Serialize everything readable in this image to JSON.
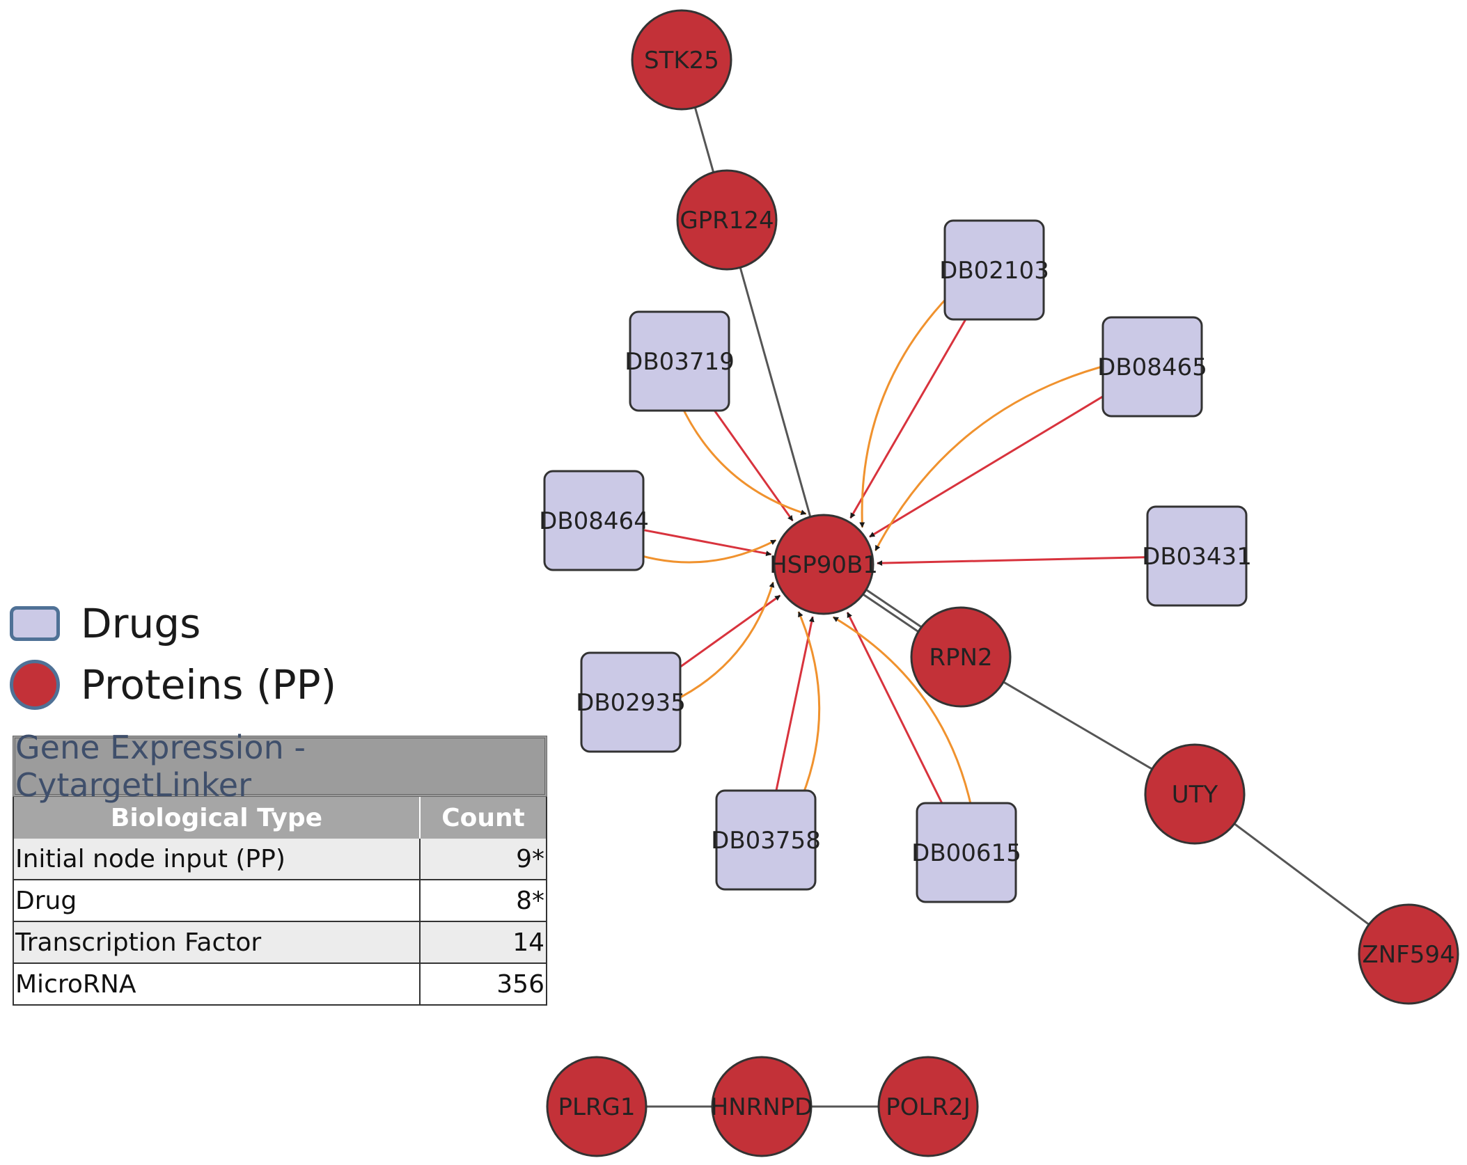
{
  "colors": {
    "drug_fill": "#cbc9e6",
    "drug_stroke": "#333333",
    "protein_fill": "#c33138",
    "protein_stroke": "#333333",
    "edge_red": "#d8333d",
    "edge_orange": "#f0922e",
    "edge_gray": "#555555"
  },
  "legend": {
    "drugs_label": "Drugs",
    "proteins_label": "Proteins (PP)"
  },
  "stats": {
    "title": "Gene Expression - CytargetLinker",
    "headers": [
      "Biological Type",
      "Count"
    ],
    "rows": [
      {
        "type": "Initial node input (PP)",
        "count": "9*"
      },
      {
        "type": "Drug",
        "count": "8*"
      },
      {
        "type": "Transcription Factor",
        "count": "14"
      },
      {
        "type": "MicroRNA",
        "count": "356"
      }
    ]
  },
  "network": {
    "nodes": [
      {
        "id": "STK25",
        "kind": "protein"
      },
      {
        "id": "GPR124",
        "kind": "protein"
      },
      {
        "id": "HSP90B1",
        "kind": "protein"
      },
      {
        "id": "RPN2",
        "kind": "protein"
      },
      {
        "id": "UTY",
        "kind": "protein"
      },
      {
        "id": "ZNF594",
        "kind": "protein"
      },
      {
        "id": "PLRG1",
        "kind": "protein"
      },
      {
        "id": "HNRNPD",
        "kind": "protein"
      },
      {
        "id": "POLR2J",
        "kind": "protein"
      },
      {
        "id": "DB02103",
        "kind": "drug"
      },
      {
        "id": "DB03719",
        "kind": "drug"
      },
      {
        "id": "DB08465",
        "kind": "drug"
      },
      {
        "id": "DB08464",
        "kind": "drug"
      },
      {
        "id": "DB03431",
        "kind": "drug"
      },
      {
        "id": "DB02935",
        "kind": "drug"
      },
      {
        "id": "DB03758",
        "kind": "drug"
      },
      {
        "id": "DB00615",
        "kind": "drug"
      }
    ],
    "edges": [
      {
        "source": "STK25",
        "target": "GPR124",
        "kind": "gray"
      },
      {
        "source": "GPR124",
        "target": "HSP90B1",
        "kind": "gray"
      },
      {
        "source": "HSP90B1",
        "target": "RPN2",
        "kind": "gray-double"
      },
      {
        "source": "RPN2",
        "target": "UTY",
        "kind": "gray"
      },
      {
        "source": "UTY",
        "target": "ZNF594",
        "kind": "gray"
      },
      {
        "source": "PLRG1",
        "target": "HNRNPD",
        "kind": "gray"
      },
      {
        "source": "HNRNPD",
        "target": "POLR2J",
        "kind": "gray"
      },
      {
        "source": "DB03719",
        "target": "HSP90B1",
        "kind": "red"
      },
      {
        "source": "DB03719",
        "target": "HSP90B1",
        "kind": "orange"
      },
      {
        "source": "DB02103",
        "target": "HSP90B1",
        "kind": "red"
      },
      {
        "source": "DB02103",
        "target": "HSP90B1",
        "kind": "orange"
      },
      {
        "source": "DB08465",
        "target": "HSP90B1",
        "kind": "red"
      },
      {
        "source": "DB08465",
        "target": "HSP90B1",
        "kind": "orange"
      },
      {
        "source": "DB08464",
        "target": "HSP90B1",
        "kind": "red"
      },
      {
        "source": "DB08464",
        "target": "HSP90B1",
        "kind": "orange"
      },
      {
        "source": "DB03431",
        "target": "HSP90B1",
        "kind": "red"
      },
      {
        "source": "DB02935",
        "target": "HSP90B1",
        "kind": "red"
      },
      {
        "source": "DB02935",
        "target": "HSP90B1",
        "kind": "orange"
      },
      {
        "source": "DB03758",
        "target": "HSP90B1",
        "kind": "red"
      },
      {
        "source": "DB03758",
        "target": "HSP90B1",
        "kind": "orange"
      },
      {
        "source": "DB00615",
        "target": "HSP90B1",
        "kind": "red"
      },
      {
        "source": "DB00615",
        "target": "HSP90B1",
        "kind": "orange"
      }
    ]
  }
}
